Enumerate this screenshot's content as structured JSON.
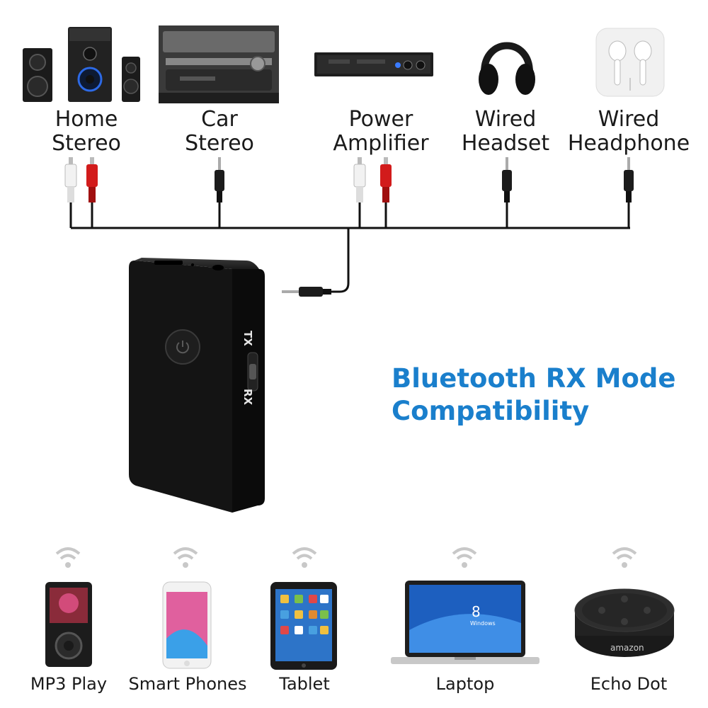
{
  "top_devices": [
    {
      "line1": "Home",
      "line2": "Stereo",
      "icon": "home-stereo-icon"
    },
    {
      "line1": "Car",
      "line2": "Stereo",
      "icon": "car-stereo-icon"
    },
    {
      "line1": "Power",
      "line2": "Amplifier",
      "icon": "power-amplifier-icon"
    },
    {
      "line1": "Wired",
      "line2": "Headset",
      "icon": "headset-icon"
    },
    {
      "line1": "Wired",
      "line2": "Headphone",
      "icon": "earphone-icon"
    }
  ],
  "device": {
    "tx_label": "TX",
    "rx_label": "RX"
  },
  "headline": {
    "line1": "Bluetooth RX Mode",
    "line2": "Compatibility",
    "color": "#1a7fcc"
  },
  "bottom_devices": [
    {
      "label": "MP3 Play",
      "icon": "mp3-player-icon"
    },
    {
      "label": "Smart Phones",
      "icon": "smartphone-icon"
    },
    {
      "label": "Tablet",
      "icon": "tablet-icon"
    },
    {
      "label": "Laptop",
      "icon": "laptop-icon"
    },
    {
      "label": "Echo Dot",
      "icon": "echo-dot-icon"
    }
  ],
  "brand_texts": {
    "laptop_os": "8",
    "laptop_os_sub": "Windows",
    "echo_brand": "amazon"
  }
}
